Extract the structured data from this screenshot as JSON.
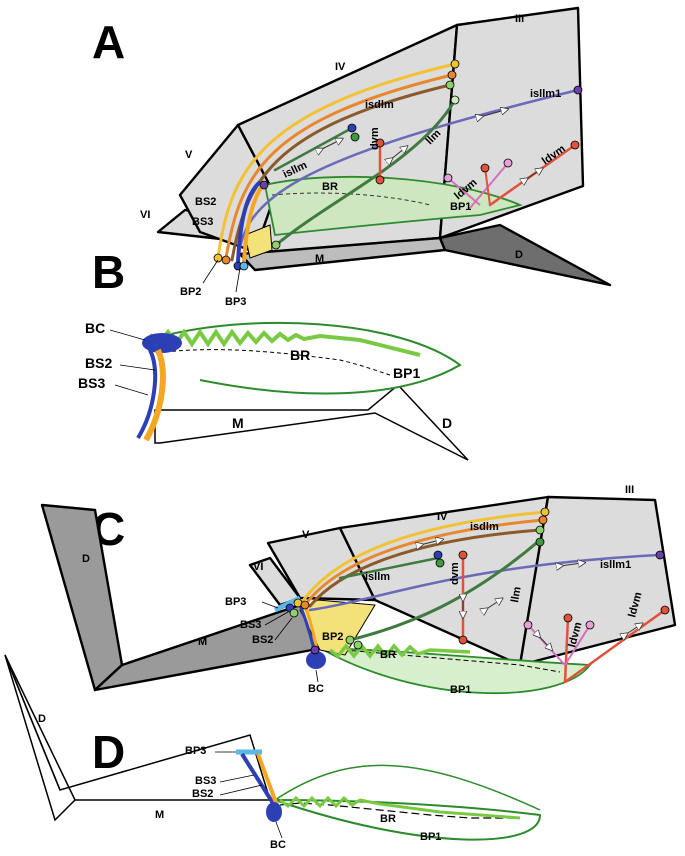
{
  "panels": {
    "a": {
      "letter": "A"
    },
    "b": {
      "letter": "B"
    },
    "c": {
      "letter": "C"
    },
    "d": {
      "letter": "D"
    }
  },
  "labels": {
    "III": "III",
    "IV": "IV",
    "V": "V",
    "VI": "VI",
    "isdlm": "isdlm",
    "isllm": "isllm",
    "isllm1": "isllm1",
    "llm": "llm",
    "dvm": "dvm",
    "ldvm": "ldvm",
    "BR": "BR",
    "BP1": "BP1",
    "BP2": "BP2",
    "BP3": "BP3",
    "BS2": "BS2",
    "BS3": "BS3",
    "BC": "BC",
    "M": "M",
    "D": "D"
  },
  "colors": {
    "segment_fill": "#dcdcdc",
    "leg_fill": "#9a9a9a",
    "leg_dark": "#6e6e6e",
    "muscle_yellow": "#f2c233",
    "muscle_orange": "#e8872c",
    "muscle_brown": "#8a5a2b",
    "muscle_green": "#3f7a3f",
    "muscle_light_green": "#8ccf6c",
    "muscle_purple": "#6a6ab8",
    "muscle_red": "#e0523a",
    "muscle_pink": "#d96cc0",
    "bs_blue": "#2c3fb5",
    "bs_orange": "#f5a623",
    "bp3_cyan": "#5ab8e8",
    "bp2_yellow": "#f3e27a",
    "br_green": "#7ac943",
    "bp1_fill": "#d7efcc",
    "bp1_stroke": "#2d8a2d"
  }
}
